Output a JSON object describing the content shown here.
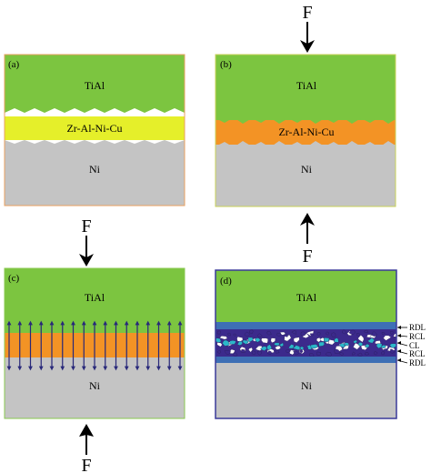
{
  "panels": {
    "a": {
      "tag": "(a)",
      "top_layer": "TiAl",
      "mid_layer": "Zr-Al-Ni-Cu",
      "bottom_layer": "Ni"
    },
    "b": {
      "tag": "(b)",
      "top_layer": "TiAl",
      "mid_layer": "Zr-Al-Ni-Cu",
      "bottom_layer": "Ni",
      "force_top": "F",
      "force_bottom": "F"
    },
    "c": {
      "tag": "(c)",
      "top_layer": "TiAl",
      "bottom_layer": "Ni",
      "force_top": "F",
      "force_bottom": "F"
    },
    "d": {
      "tag": "(d)",
      "top_layer": "TiAl",
      "bottom_layer": "Ni",
      "zone_labels": [
        "RDL",
        "RCL",
        "CL",
        "RCL",
        "RDL"
      ]
    }
  },
  "colors": {
    "tial": "#7cc540",
    "interlayer_solid": "#e5ef2a",
    "interlayer_molten": "#f39325",
    "ni": "#c4c4c4",
    "flow_arrow": "#28287a",
    "rdl": "#3e6fb5",
    "rcl": "#3c2a8c",
    "cl": "#2bb7c9",
    "grain_white": "#ffffff",
    "panel_border": "#e8a060"
  }
}
